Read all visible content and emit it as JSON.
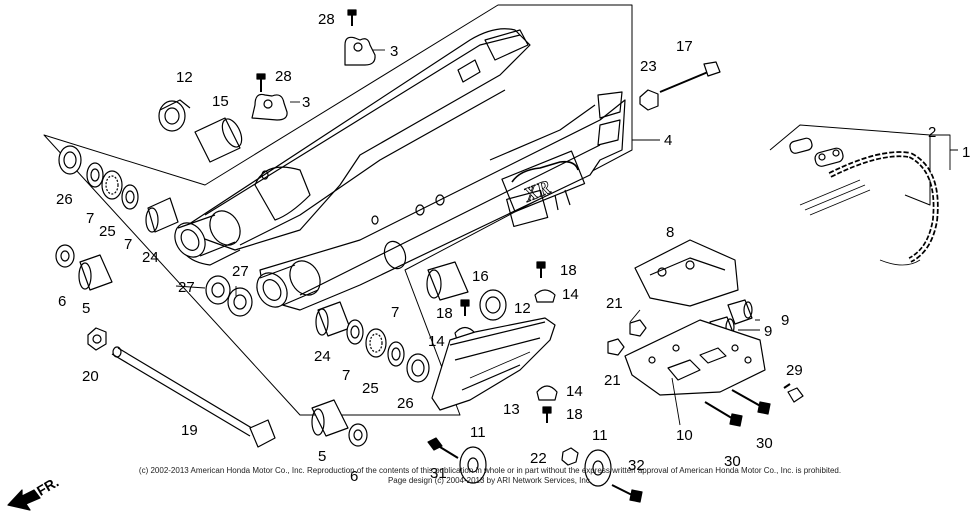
{
  "callouts": [
    {
      "id": "c1",
      "text": "1"
    },
    {
      "id": "c2",
      "text": "2"
    },
    {
      "id": "c3a",
      "text": "3"
    },
    {
      "id": "c3b",
      "text": "3"
    },
    {
      "id": "c4",
      "text": "4"
    },
    {
      "id": "c5a",
      "text": "5"
    },
    {
      "id": "c5b",
      "text": "5"
    },
    {
      "id": "c6a",
      "text": "6"
    },
    {
      "id": "c6b",
      "text": "6"
    },
    {
      "id": "c7a",
      "text": "7"
    },
    {
      "id": "c7b",
      "text": "7"
    },
    {
      "id": "c7c",
      "text": "7"
    },
    {
      "id": "c7d",
      "text": "7"
    },
    {
      "id": "c8",
      "text": "8"
    },
    {
      "id": "c9a",
      "text": "9"
    },
    {
      "id": "c9b",
      "text": "9"
    },
    {
      "id": "c10",
      "text": "10"
    },
    {
      "id": "c11a",
      "text": "11"
    },
    {
      "id": "c11b",
      "text": "11"
    },
    {
      "id": "c12a",
      "text": "12"
    },
    {
      "id": "c12b",
      "text": "12"
    },
    {
      "id": "c13",
      "text": "13"
    },
    {
      "id": "c14a",
      "text": "14"
    },
    {
      "id": "c14b",
      "text": "14"
    },
    {
      "id": "c14c",
      "text": "14"
    },
    {
      "id": "c15",
      "text": "15"
    },
    {
      "id": "c16",
      "text": "16"
    },
    {
      "id": "c17",
      "text": "17"
    },
    {
      "id": "c18a",
      "text": "18"
    },
    {
      "id": "c18b",
      "text": "18"
    },
    {
      "id": "c18c",
      "text": "18"
    },
    {
      "id": "c19",
      "text": "19"
    },
    {
      "id": "c20",
      "text": "20"
    },
    {
      "id": "c21a",
      "text": "21"
    },
    {
      "id": "c21b",
      "text": "21"
    },
    {
      "id": "c22",
      "text": "22"
    },
    {
      "id": "c23",
      "text": "23"
    },
    {
      "id": "c24a",
      "text": "24"
    },
    {
      "id": "c24b",
      "text": "24"
    },
    {
      "id": "c25a",
      "text": "25"
    },
    {
      "id": "c25b",
      "text": "25"
    },
    {
      "id": "c26a",
      "text": "26"
    },
    {
      "id": "c26b",
      "text": "26"
    },
    {
      "id": "c27a",
      "text": "27"
    },
    {
      "id": "c27b",
      "text": "27"
    },
    {
      "id": "c28a",
      "text": "28"
    },
    {
      "id": "c28b",
      "text": "28"
    },
    {
      "id": "c29",
      "text": "29"
    },
    {
      "id": "c30a",
      "text": "30"
    },
    {
      "id": "c30b",
      "text": "30"
    },
    {
      "id": "c31",
      "text": "31"
    },
    {
      "id": "c32",
      "text": "32"
    }
  ],
  "direction_label": "FR.",
  "copyright_line1": "(c) 2002-2013 American Honda Motor Co., Inc. Reproduction of the contents of this publication in whole or in part without the express written approval of American Honda Motor Co., Inc. is prohibited.",
  "copyright_line2": "Page design (c) 2004-2013 by ARI Network Services, Inc.",
  "logo_text": "XR",
  "colors": {
    "ink": "#000000",
    "paper": "#ffffff",
    "shade": "#555555"
  }
}
